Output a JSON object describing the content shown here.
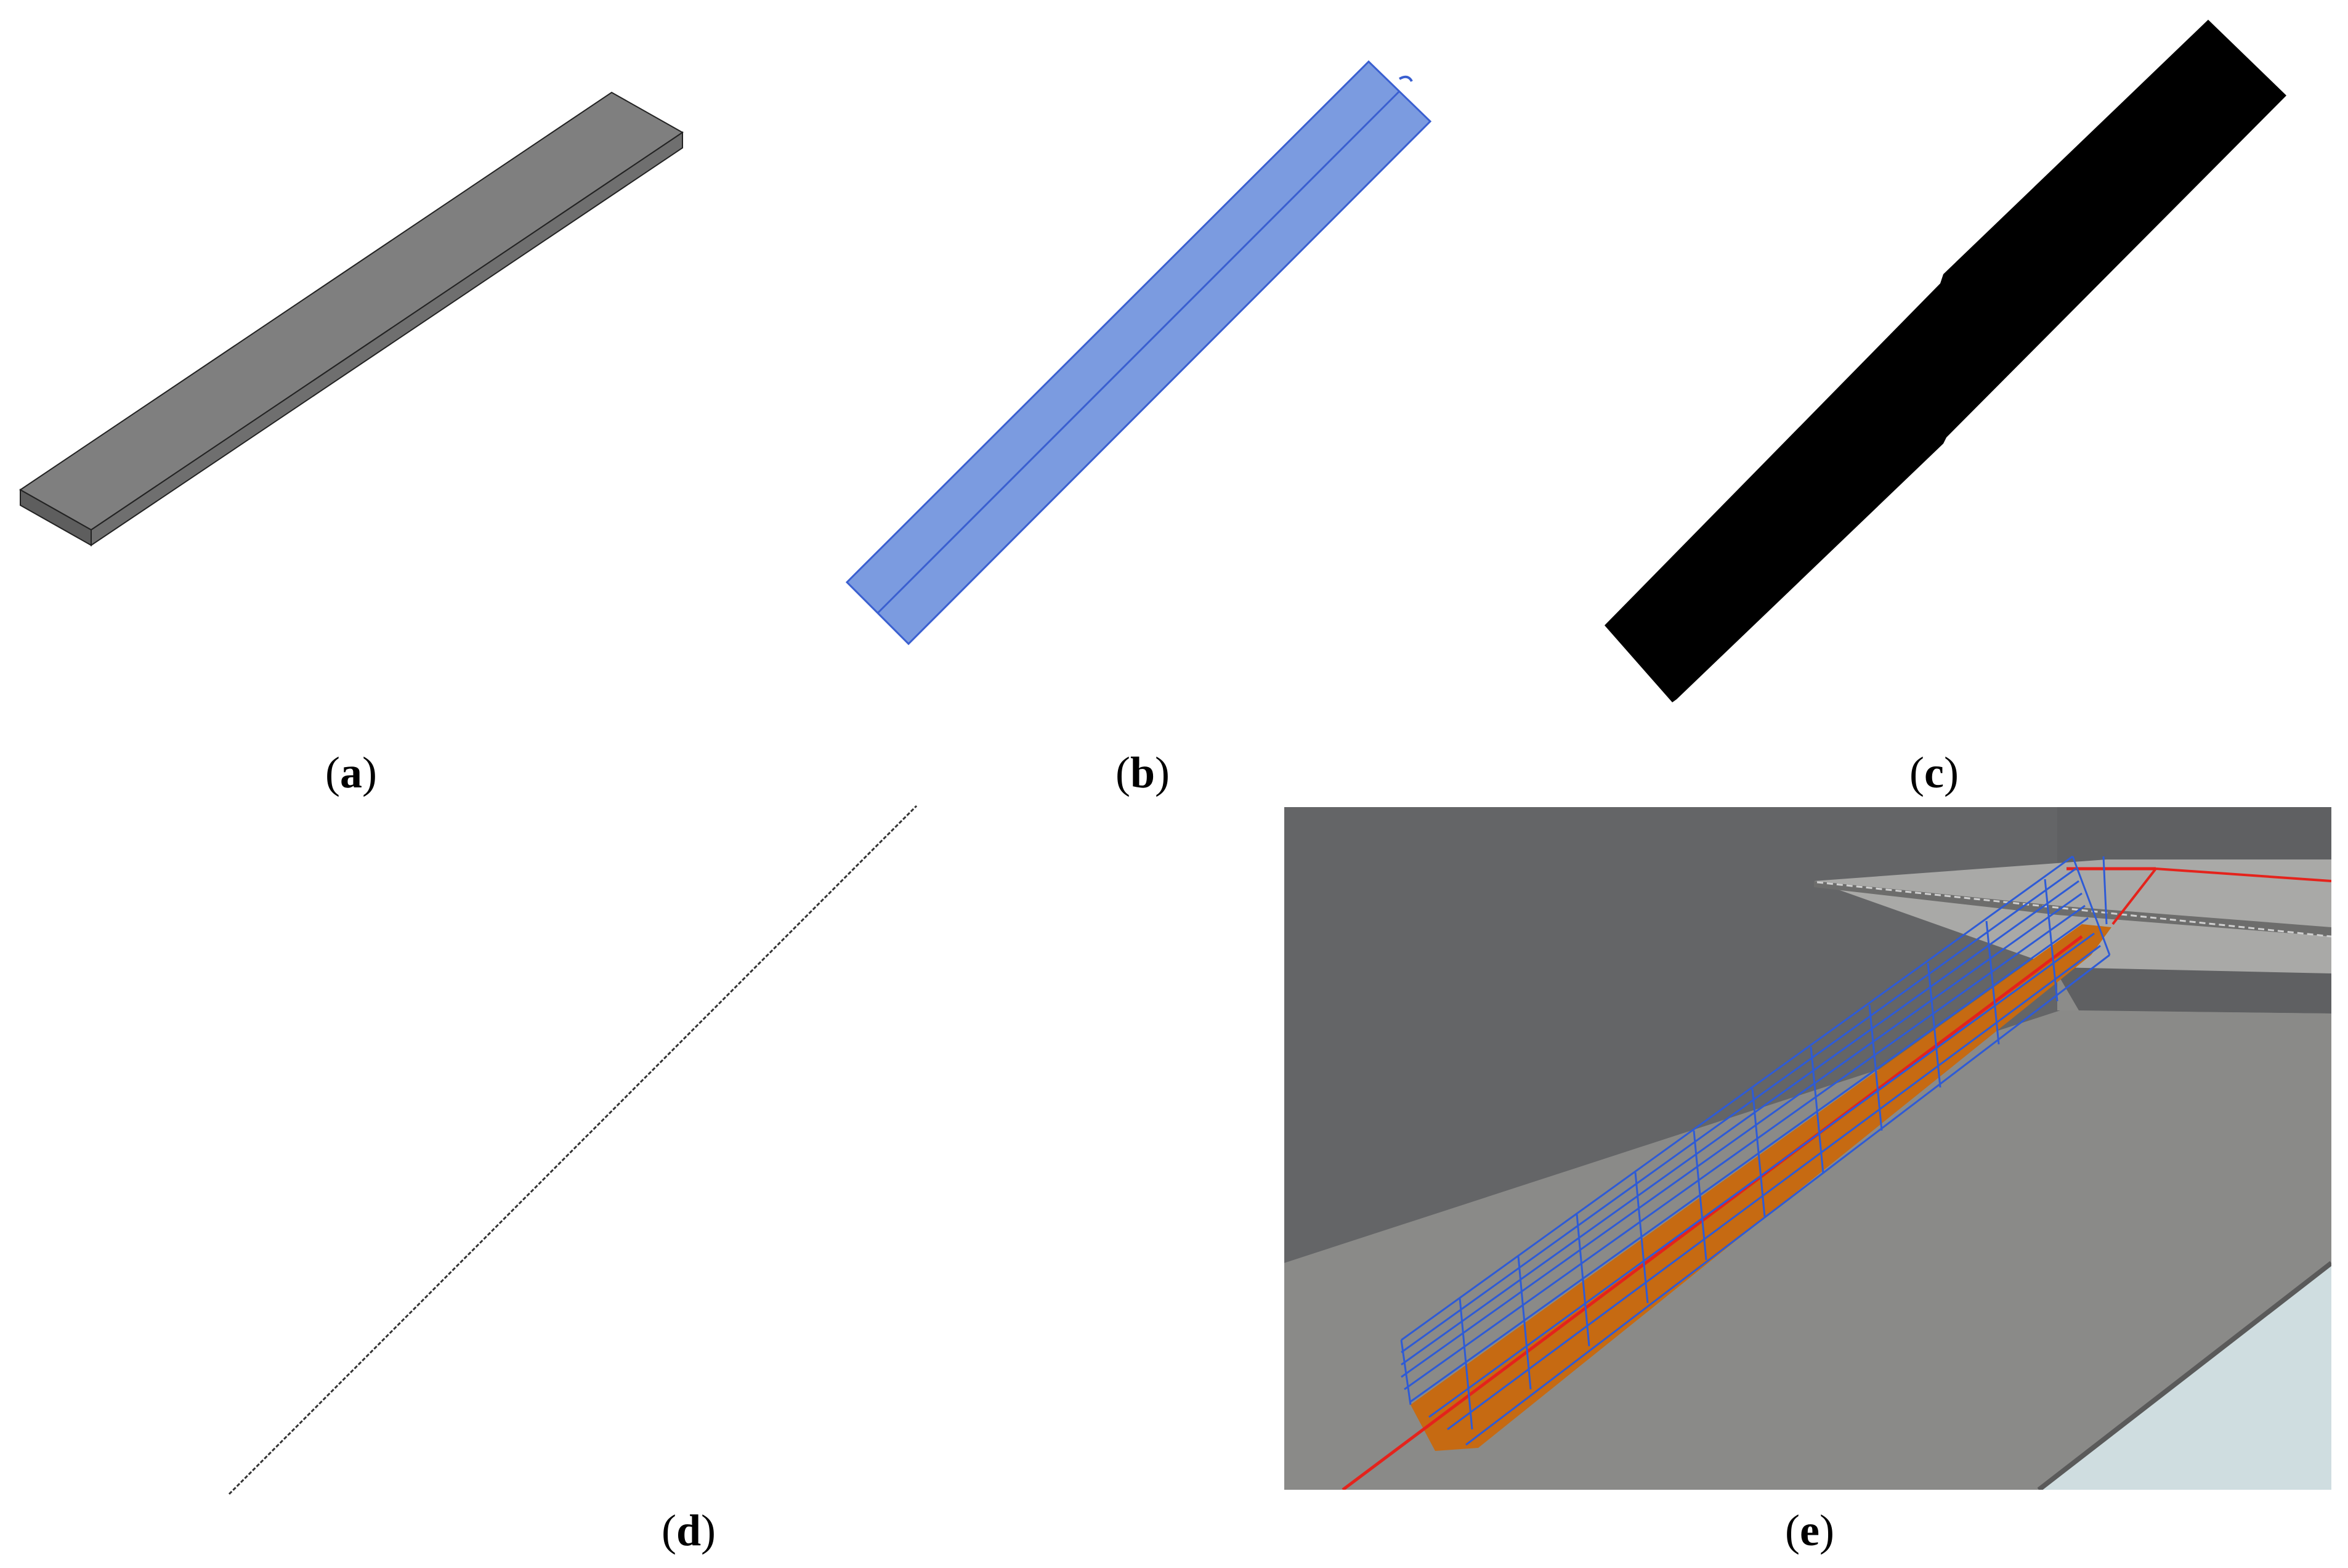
{
  "panels": [
    {
      "id": "a",
      "caption_open": "(",
      "caption_letter": "a",
      "caption_close": ")"
    },
    {
      "id": "b",
      "caption_open": "(",
      "caption_letter": "b",
      "caption_close": ")"
    },
    {
      "id": "c",
      "caption_open": "(",
      "caption_letter": "c",
      "caption_close": ")"
    },
    {
      "id": "d",
      "caption_open": "(",
      "caption_letter": "d",
      "caption_close": ")"
    },
    {
      "id": "e",
      "caption_open": "(",
      "caption_letter": "e",
      "caption_close": ")"
    }
  ],
  "colors": {
    "slab_top": "#7f7f7f",
    "slab_side": "#6a6a6a",
    "selection_fill": "#7b9be0",
    "selection_stroke": "#3a5fd0",
    "silhouette": "#000000",
    "centerline": "#222222",
    "scene_wall": "#636466",
    "scene_floor": "#8c8c8a",
    "scene_light_floor": "#a4a4a2",
    "scene_glass": "#cfdde0",
    "scene_orange": "#c66a12",
    "scene_red": "#e4231c",
    "scene_blue_grid": "#2e5bd6"
  }
}
